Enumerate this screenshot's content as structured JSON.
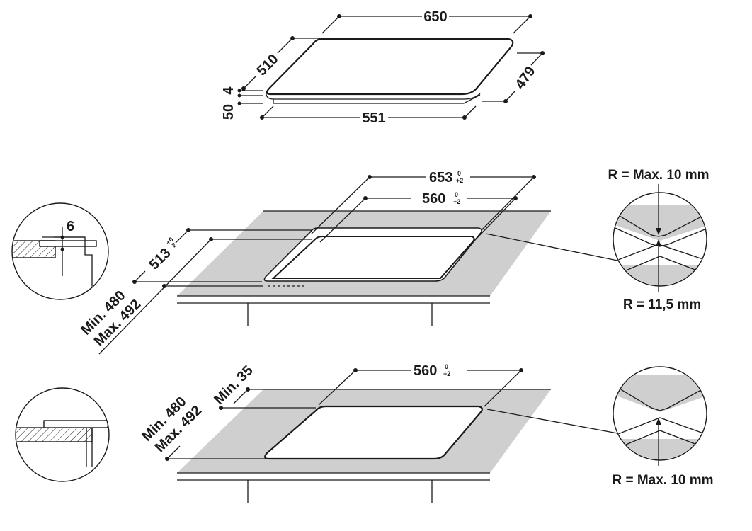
{
  "hob": {
    "width": "650",
    "depth": "510",
    "glass_thickness": "4",
    "height": "50",
    "bottom_width": "551",
    "bottom_depth": "479"
  },
  "flush_mount": {
    "outer_width": "653",
    "outer_width_tol_top": "0",
    "outer_width_tol_bottom": "+2",
    "inner_width": "560",
    "inner_width_tol_top": "0",
    "inner_width_tol_bottom": "+2",
    "outer_depth": "513",
    "outer_depth_tol_top": "+0",
    "outer_depth_tol_bottom": "2",
    "counter_min": "Min. 480",
    "counter_max": "Max. 492",
    "rebate_depth": "6",
    "radius_outer": "R = Max. 10 mm",
    "radius_inner": "R = 11,5 mm"
  },
  "surface_mount": {
    "cut_width": "560",
    "cut_width_tol_top": "0",
    "cut_width_tol_bottom": "+2",
    "min_edge": "Min. 35",
    "counter_min": "Min. 480",
    "counter_max": "Max. 492",
    "radius": "R = Max. 10 mm"
  }
}
